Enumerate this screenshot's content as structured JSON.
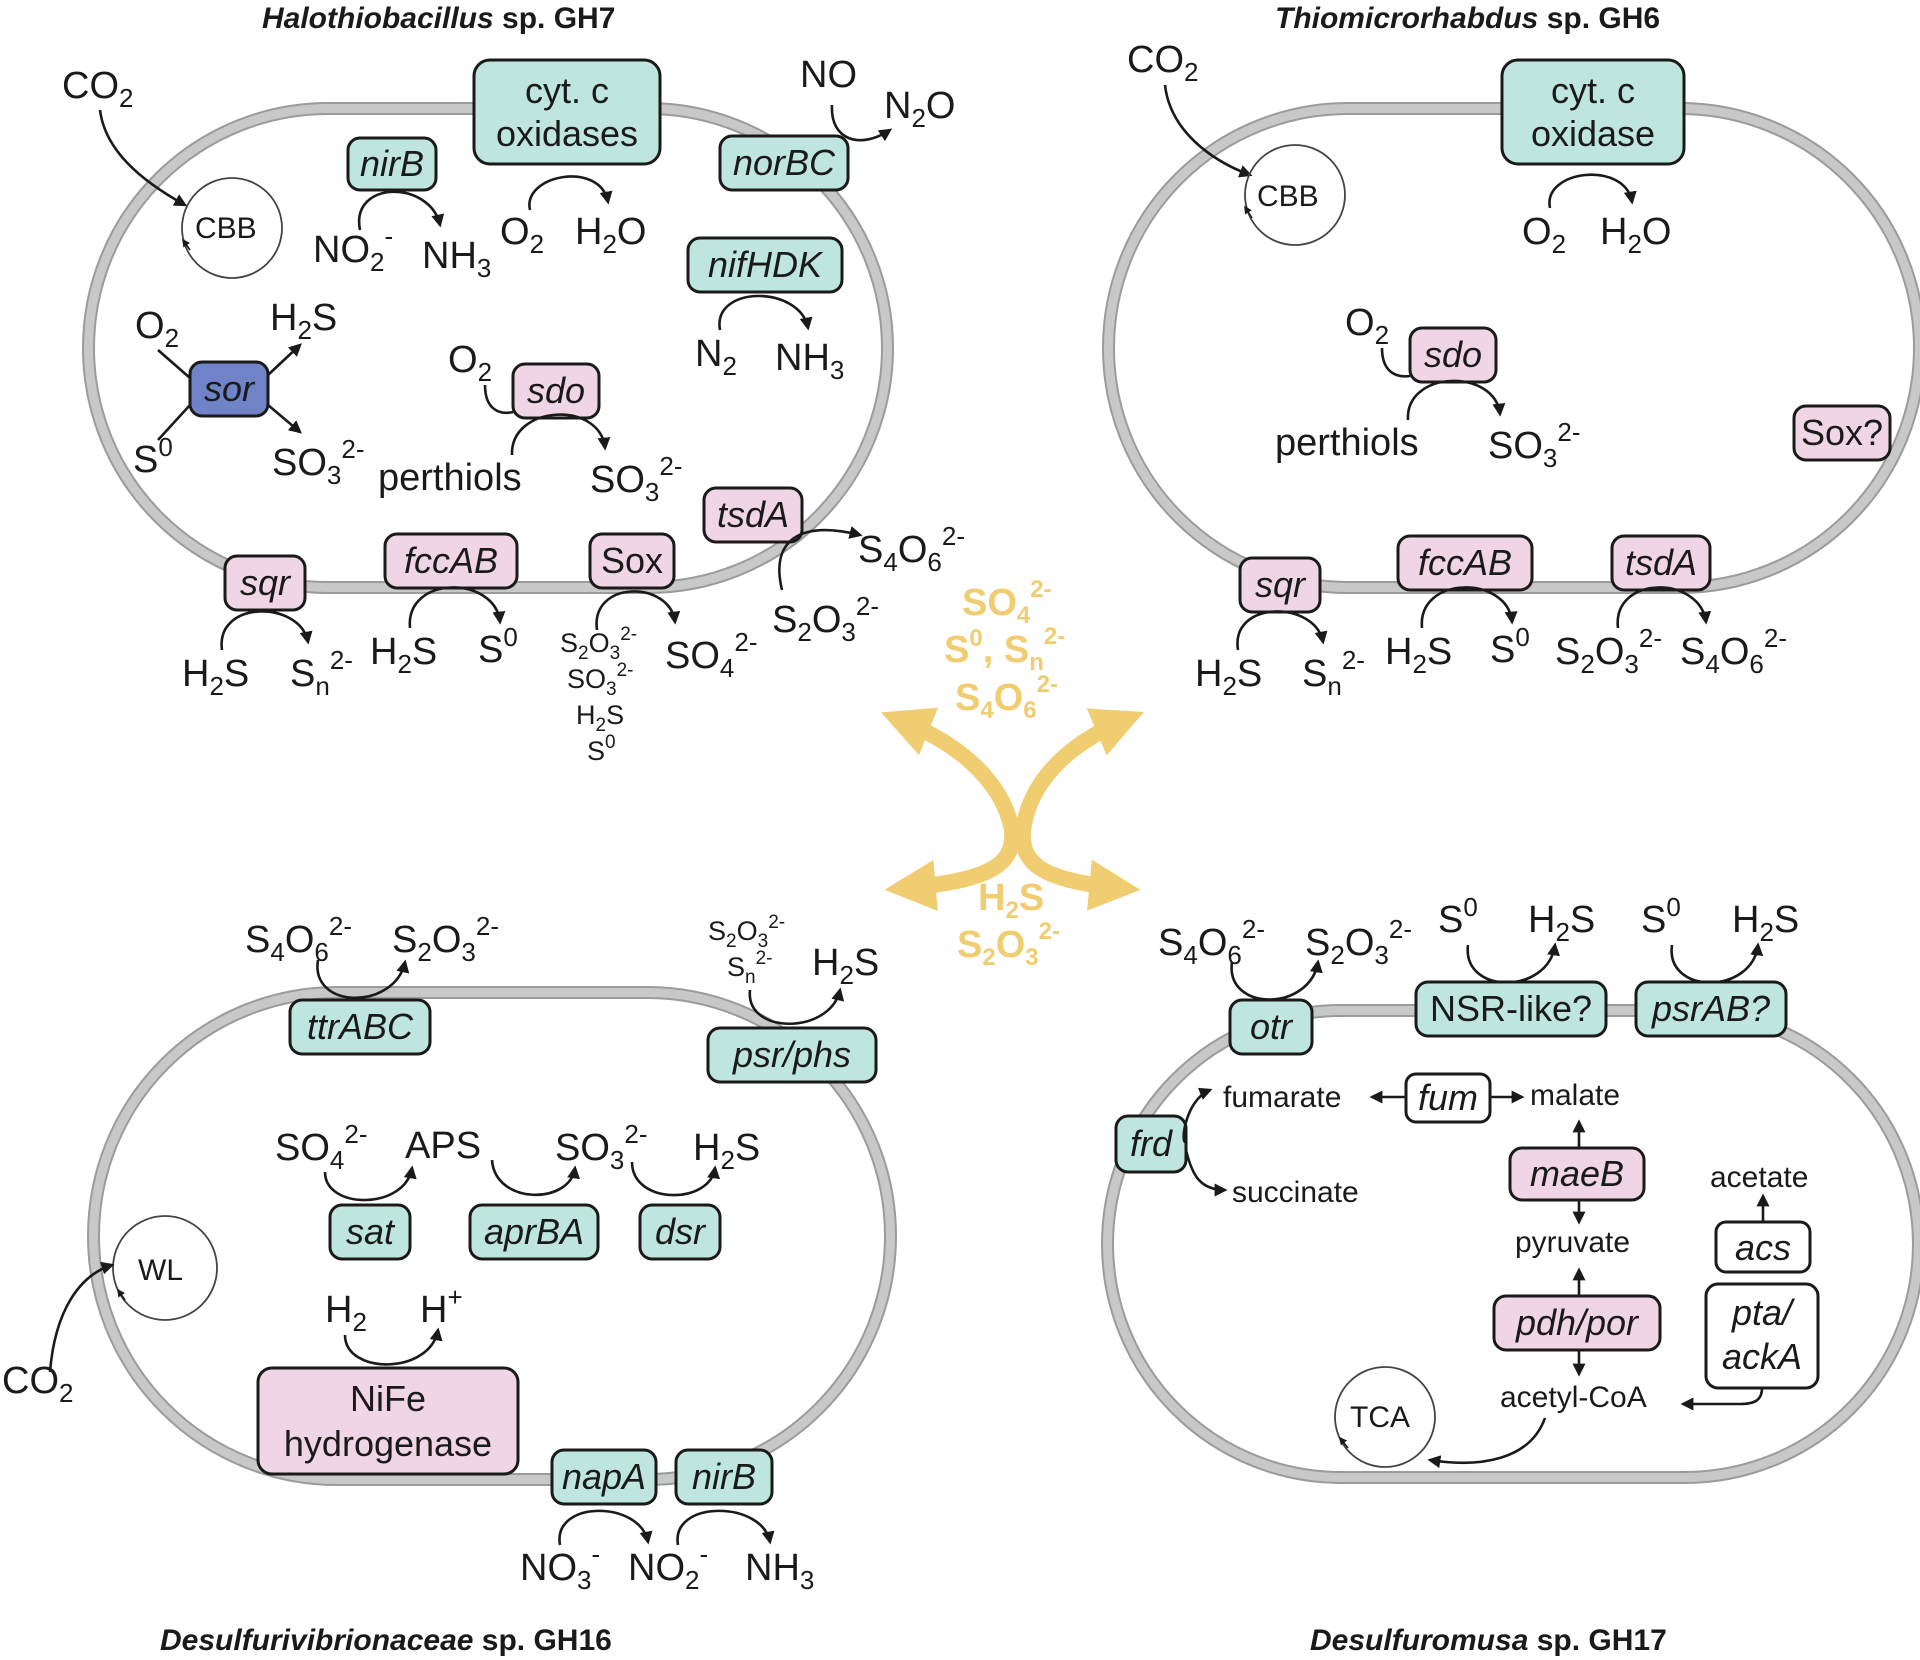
{
  "titles": {
    "gh7_genus": "Halothiobacillus",
    "gh7_rest": " sp. GH7",
    "gh6_genus": "Thiomicrorhabdus",
    "gh6_rest": " sp. GH6",
    "gh16_genus": "Desulfurivibrionaceae",
    "gh16_rest": " sp. GH16",
    "gh17_genus": "Desulfuromusa",
    "gh17_rest": " sp. GH17"
  },
  "center": {
    "top1": "SO",
    "top1_sub": "4",
    "top1_sup": "2-",
    "top2a": "S",
    "top2a_sup": "0",
    "top2b": ", S",
    "top2b_sub": "n",
    "top2b_sup": "2-",
    "top3": "S",
    "top3_sub1": "4",
    "top3_mid": "O",
    "top3_sub2": "6",
    "top3_sup": "2-",
    "bot1": "H",
    "bot1_sub": "2",
    "bot1_rest": "S",
    "bot2": "S",
    "bot2_sub1": "2",
    "bot2_mid": "O",
    "bot2_sub2": "3",
    "bot2_sup": "2-"
  },
  "gh7": {
    "cyt": [
      "cyt. c",
      "oxidases"
    ],
    "cbb": "CBB",
    "nirB": "nirB",
    "norBC": "norBC",
    "nifHDK": "nifHDK",
    "sor": "sor",
    "sdo": "sdo",
    "tsdA": "tsdA",
    "sqr": "sqr",
    "fccAB": "fccAB",
    "sox": "Sox",
    "perthiols": "perthiols"
  },
  "gh6": {
    "cyt": [
      "cyt. c",
      "oxidase"
    ],
    "cbb": "CBB",
    "sdo": "sdo",
    "sox": "Sox?",
    "sqr": "sqr",
    "fccAB": "fccAB",
    "tsdA": "tsdA",
    "perthiols": "perthiols"
  },
  "gh16": {
    "ttrABC": "ttrABC",
    "psrphs": "psr/phs",
    "aps": "APS",
    "sat": "sat",
    "aprBA": "aprBA",
    "dsr": "dsr",
    "wl": "WL",
    "nife": [
      "NiFe",
      "hydrogenase"
    ],
    "napA": "napA",
    "nirB": "nirB"
  },
  "gh17": {
    "otr": "otr",
    "nsr": "NSR-like?",
    "psrAB": "psrAB?",
    "frd": "frd",
    "fumarate": "fumarate",
    "succinate": "succinate",
    "fum": "fum",
    "malate": "malate",
    "maeB": "maeB",
    "pyruvate": "pyruvate",
    "pdhpor": "pdh/por",
    "acetylcoa": "acetyl-CoA",
    "tca": "TCA",
    "acetate": "acetate",
    "acs": "acs",
    "pta": [
      "pta/",
      "ackA"
    ]
  },
  "colors": {
    "teal": "#bfe6de",
    "pink": "#f0d6e4",
    "blue": "#6f83c6",
    "yellow": "#f1cd72",
    "membrane": "#c8c8c8"
  }
}
